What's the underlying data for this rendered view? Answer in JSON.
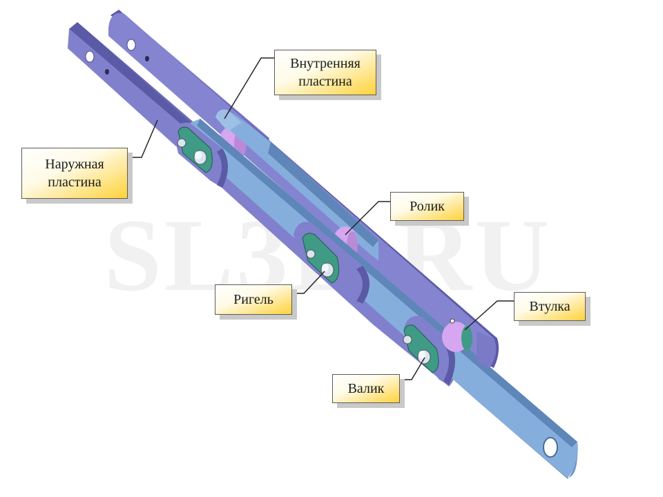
{
  "watermark": "SL3D.RU",
  "colors": {
    "outer_plate": "#8080cc",
    "inner_plate": "#86aedd",
    "roller": "#d6a6f0",
    "bushing": "#3f9a86",
    "callout_fill": "#ffd23a",
    "watermark": "#f1f1f1"
  },
  "labels": {
    "inner_plate": "Внутренняя пластина",
    "outer_plate": "Наружная пластина",
    "roller": "Ролик",
    "crossbar": "Ригель",
    "bushing": "Втулка",
    "pin": "Валик"
  }
}
